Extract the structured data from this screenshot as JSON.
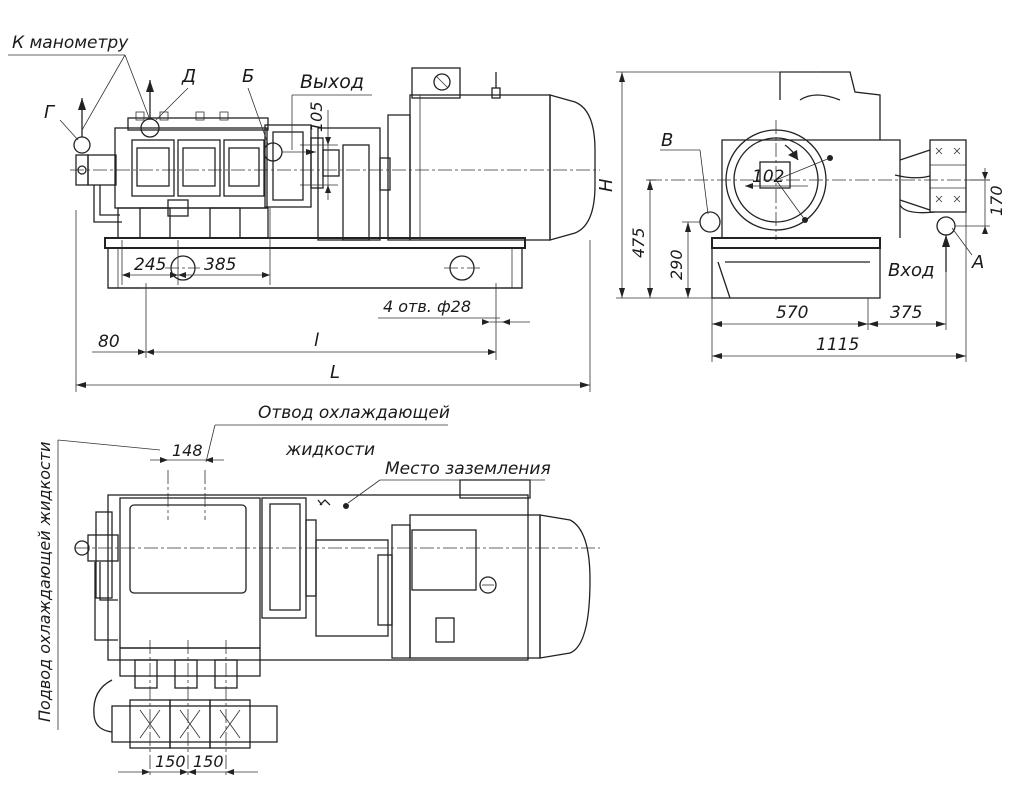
{
  "labels": {
    "k_manometru": "К манометру",
    "g": "Г",
    "d": "Д",
    "b": "Б",
    "vykhod": "Выход",
    "v": "В",
    "a": "А",
    "vkhod": "Вход",
    "h": "H",
    "otvod_line1": "Отвод охлаждающей",
    "otvod_line2": "жидкости",
    "mesto_zazemleniya": "Место заземления",
    "podvod": "Подвод охлаждающей жидкости"
  },
  "dimensions": {
    "d105": "105",
    "d245": "245",
    "d385": "385",
    "holes": "4 отв. ф28",
    "d80": "80",
    "l_small": "l",
    "l_big": "L",
    "d102": "102",
    "d475": "475",
    "d290": "290",
    "d170": "170",
    "d570": "570",
    "d375": "375",
    "d1115": "1115",
    "d148": "148",
    "d150a": "150",
    "d150b": "150"
  }
}
